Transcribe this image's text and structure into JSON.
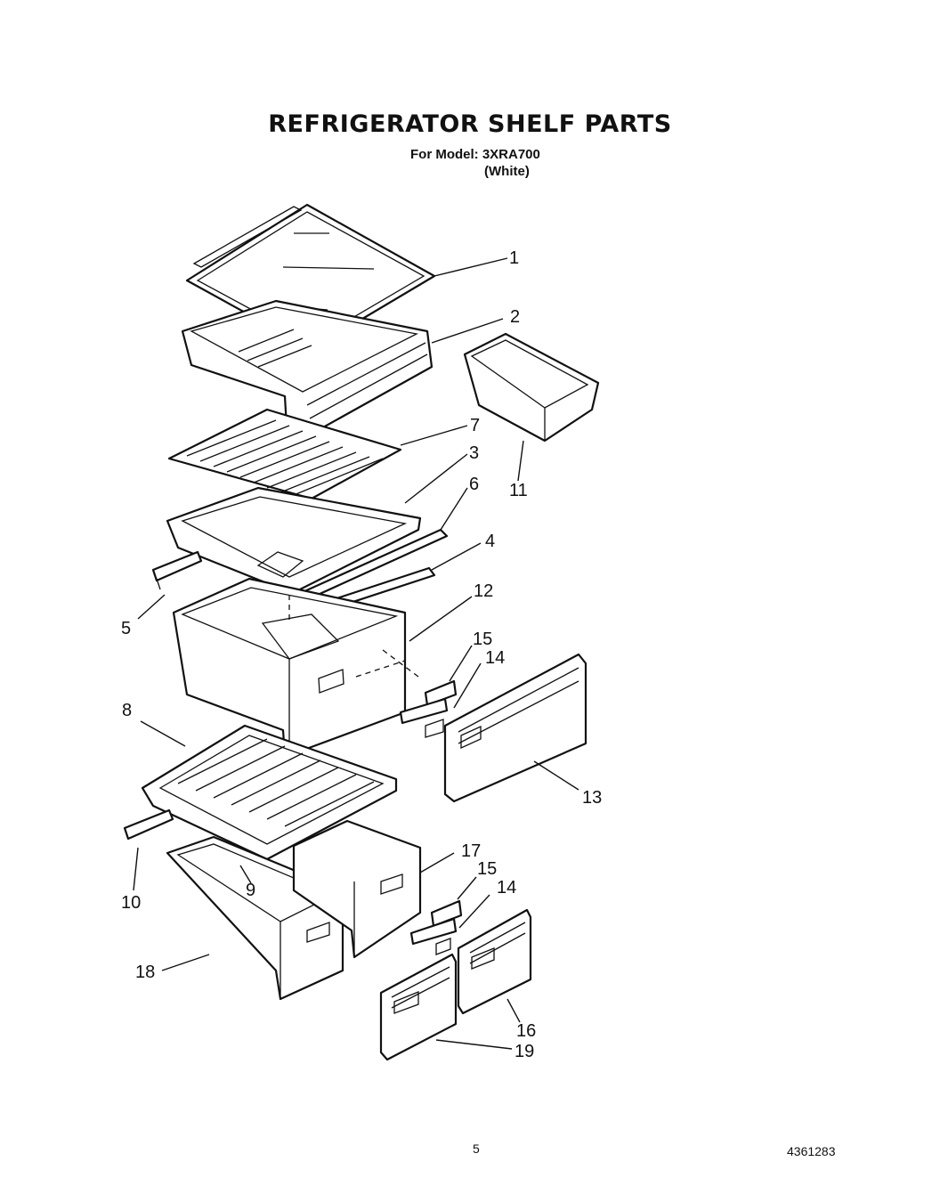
{
  "header": {
    "title": "REFRIGERATOR SHELF PARTS",
    "model": "For Model: 3XRA700",
    "color": "(White)"
  },
  "callouts": {
    "c1": "1",
    "c2": "2",
    "c3": "3",
    "c4": "4",
    "c5": "5",
    "c6": "6",
    "c7": "7",
    "c8": "8",
    "c9": "9",
    "c10": "10",
    "c11": "11",
    "c12": "12",
    "c13": "13",
    "c14a": "14",
    "c14b": "14",
    "c15a": "15",
    "c15b": "15",
    "c16": "16",
    "c17": "17",
    "c18": "18",
    "c19": "19"
  },
  "footer": {
    "page_number": "5",
    "doc_number": "4361283"
  }
}
